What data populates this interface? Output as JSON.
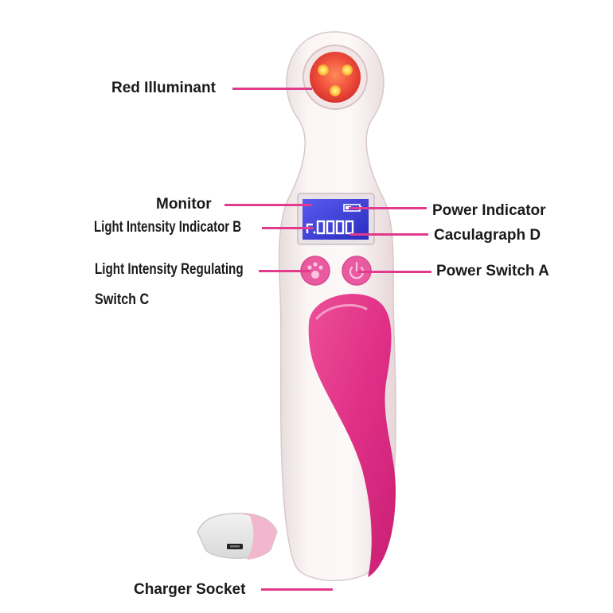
{
  "labels": {
    "red_illuminant": "Red Illuminant",
    "monitor": "Monitor",
    "light_intensity_indicator": "Light Intensity Indicator B",
    "light_intensity_regulating_line1": "Light Intensity Regulating",
    "light_intensity_regulating_line2": "Switch C",
    "power_indicator": "Power Indicator",
    "caculagraph": "Caculagraph D",
    "power_switch": "Power Switch A",
    "charger_socket": "Charger Socket"
  },
  "colors": {
    "leader_line": "#e23a8c",
    "device_body": "#f7eeee",
    "accent_pink": "#e02f86",
    "lens_red": "#f04a3a",
    "screen_blue": "#3b3fd6"
  },
  "icons": {
    "regulating_switch": "paw-icon",
    "power_switch": "power-icon",
    "charger_port": "usb-port-icon"
  }
}
